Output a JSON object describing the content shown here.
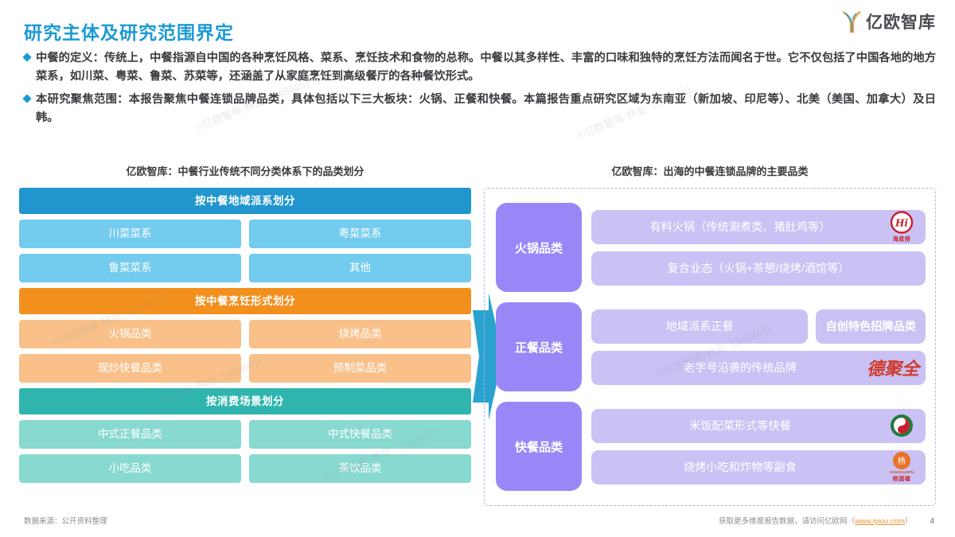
{
  "header": {
    "title": "研究主体及研究范围界定",
    "logo_text": "亿欧智库",
    "logo_icon": "yi-ou-y-mark-icon"
  },
  "bullets": [
    "中餐的定义：传统上，中餐指源自中国的各种烹饪风格、菜系、烹饪技术和食物的总称。中餐以其多样性、丰富的口味和独特的烹饪方法而闻名于世。它不仅包括了中国各地的地方菜系，如川菜、粤菜、鲁菜、苏菜等，还涵盖了从家庭烹饪到高级餐厅的各种餐饮形式。",
    "本研究聚焦范围：本报告聚焦中餐连锁品牌品类，具体包括以下三大板块：火锅、正餐和快餐。本篇报告重点研究区域为东南亚（新加坡、印尼等）、北美（美国、加拿大）及日韩。"
  ],
  "left_panel": {
    "caption": "亿欧智库：中餐行业传统不同分类体系下的品类划分",
    "groups": [
      {
        "header": "按中餐地域派系划分",
        "header_color": "#2196CE",
        "cell_color": "#73CBEE",
        "rows": [
          [
            "川菜菜系",
            "粤菜菜系"
          ],
          [
            "鲁菜菜系",
            "其他"
          ]
        ]
      },
      {
        "header": "按中餐烹饪形式划分",
        "header_color": "#F3901D",
        "cell_color": "#F9C08A",
        "rows": [
          [
            "火锅品类",
            "烧烤品类"
          ],
          [
            "现炒快餐品类",
            "预制菜品类"
          ]
        ]
      },
      {
        "header": "按消费场景划分",
        "header_color": "#2FB5AE",
        "cell_color": "#88D9D0",
        "rows": [
          [
            "中式正餐品类",
            "中式快餐品类"
          ],
          [
            "小吃品类",
            "茶饮品类"
          ]
        ]
      }
    ]
  },
  "arrow": {
    "name": "right-arrow",
    "color": "#29A3CE"
  },
  "right_panel": {
    "caption": "亿欧智库：出海的中餐连锁品牌的主要品类",
    "accent_color": "#9A87F7",
    "pill_color": "#CAC1F4",
    "categories": [
      {
        "label": "火锅品类",
        "lines": [
          [
            {
              "text": "有料火锅（传统涮煮类、猪肚鸡等）",
              "bold": false,
              "brand": "海底捞",
              "brand_mark": "haidilao-logo"
            }
          ],
          [
            {
              "text": "复合业态（火锅+茶憩/烧烤/酒馆等）",
              "bold": false,
              "brand": null,
              "brand_mark": null
            }
          ]
        ]
      },
      {
        "label": "正餐品类",
        "lines": [
          [
            {
              "text": "地域派系正餐",
              "bold": false,
              "brand": null,
              "brand_mark": null
            },
            {
              "text": "自创特色招牌品类",
              "bold": true,
              "brand": null,
              "brand_mark": null
            }
          ],
          [
            {
              "text": "老字号沿袭的传统品牌",
              "bold": false,
              "brand": "德聚全",
              "brand_mark": "dejuquan-logo"
            }
          ]
        ]
      },
      {
        "label": "快餐品类",
        "lines": [
          [
            {
              "text": "米饭配菜形式等快餐",
              "bold": false,
              "brand": "真功夫",
              "brand_mark": "zhengongfu-logo"
            }
          ],
          [
            {
              "text": "烧烤小吃和炸物等副食",
              "bold": false,
              "brand": "杨国福",
              "brand_mark": "yangguofu-logo",
              "brand_en": "YANGGUOFU"
            }
          ]
        ]
      }
    ]
  },
  "footer": {
    "source": "数据来源：公开资料整理",
    "note_prefix": "获取更多维度报告数据，请访问亿欧网（",
    "link": "www.iyiou.com",
    "note_suffix": "）",
    "page_number": "4"
  },
  "watermark": "©亿欧智库·林业（398865）"
}
